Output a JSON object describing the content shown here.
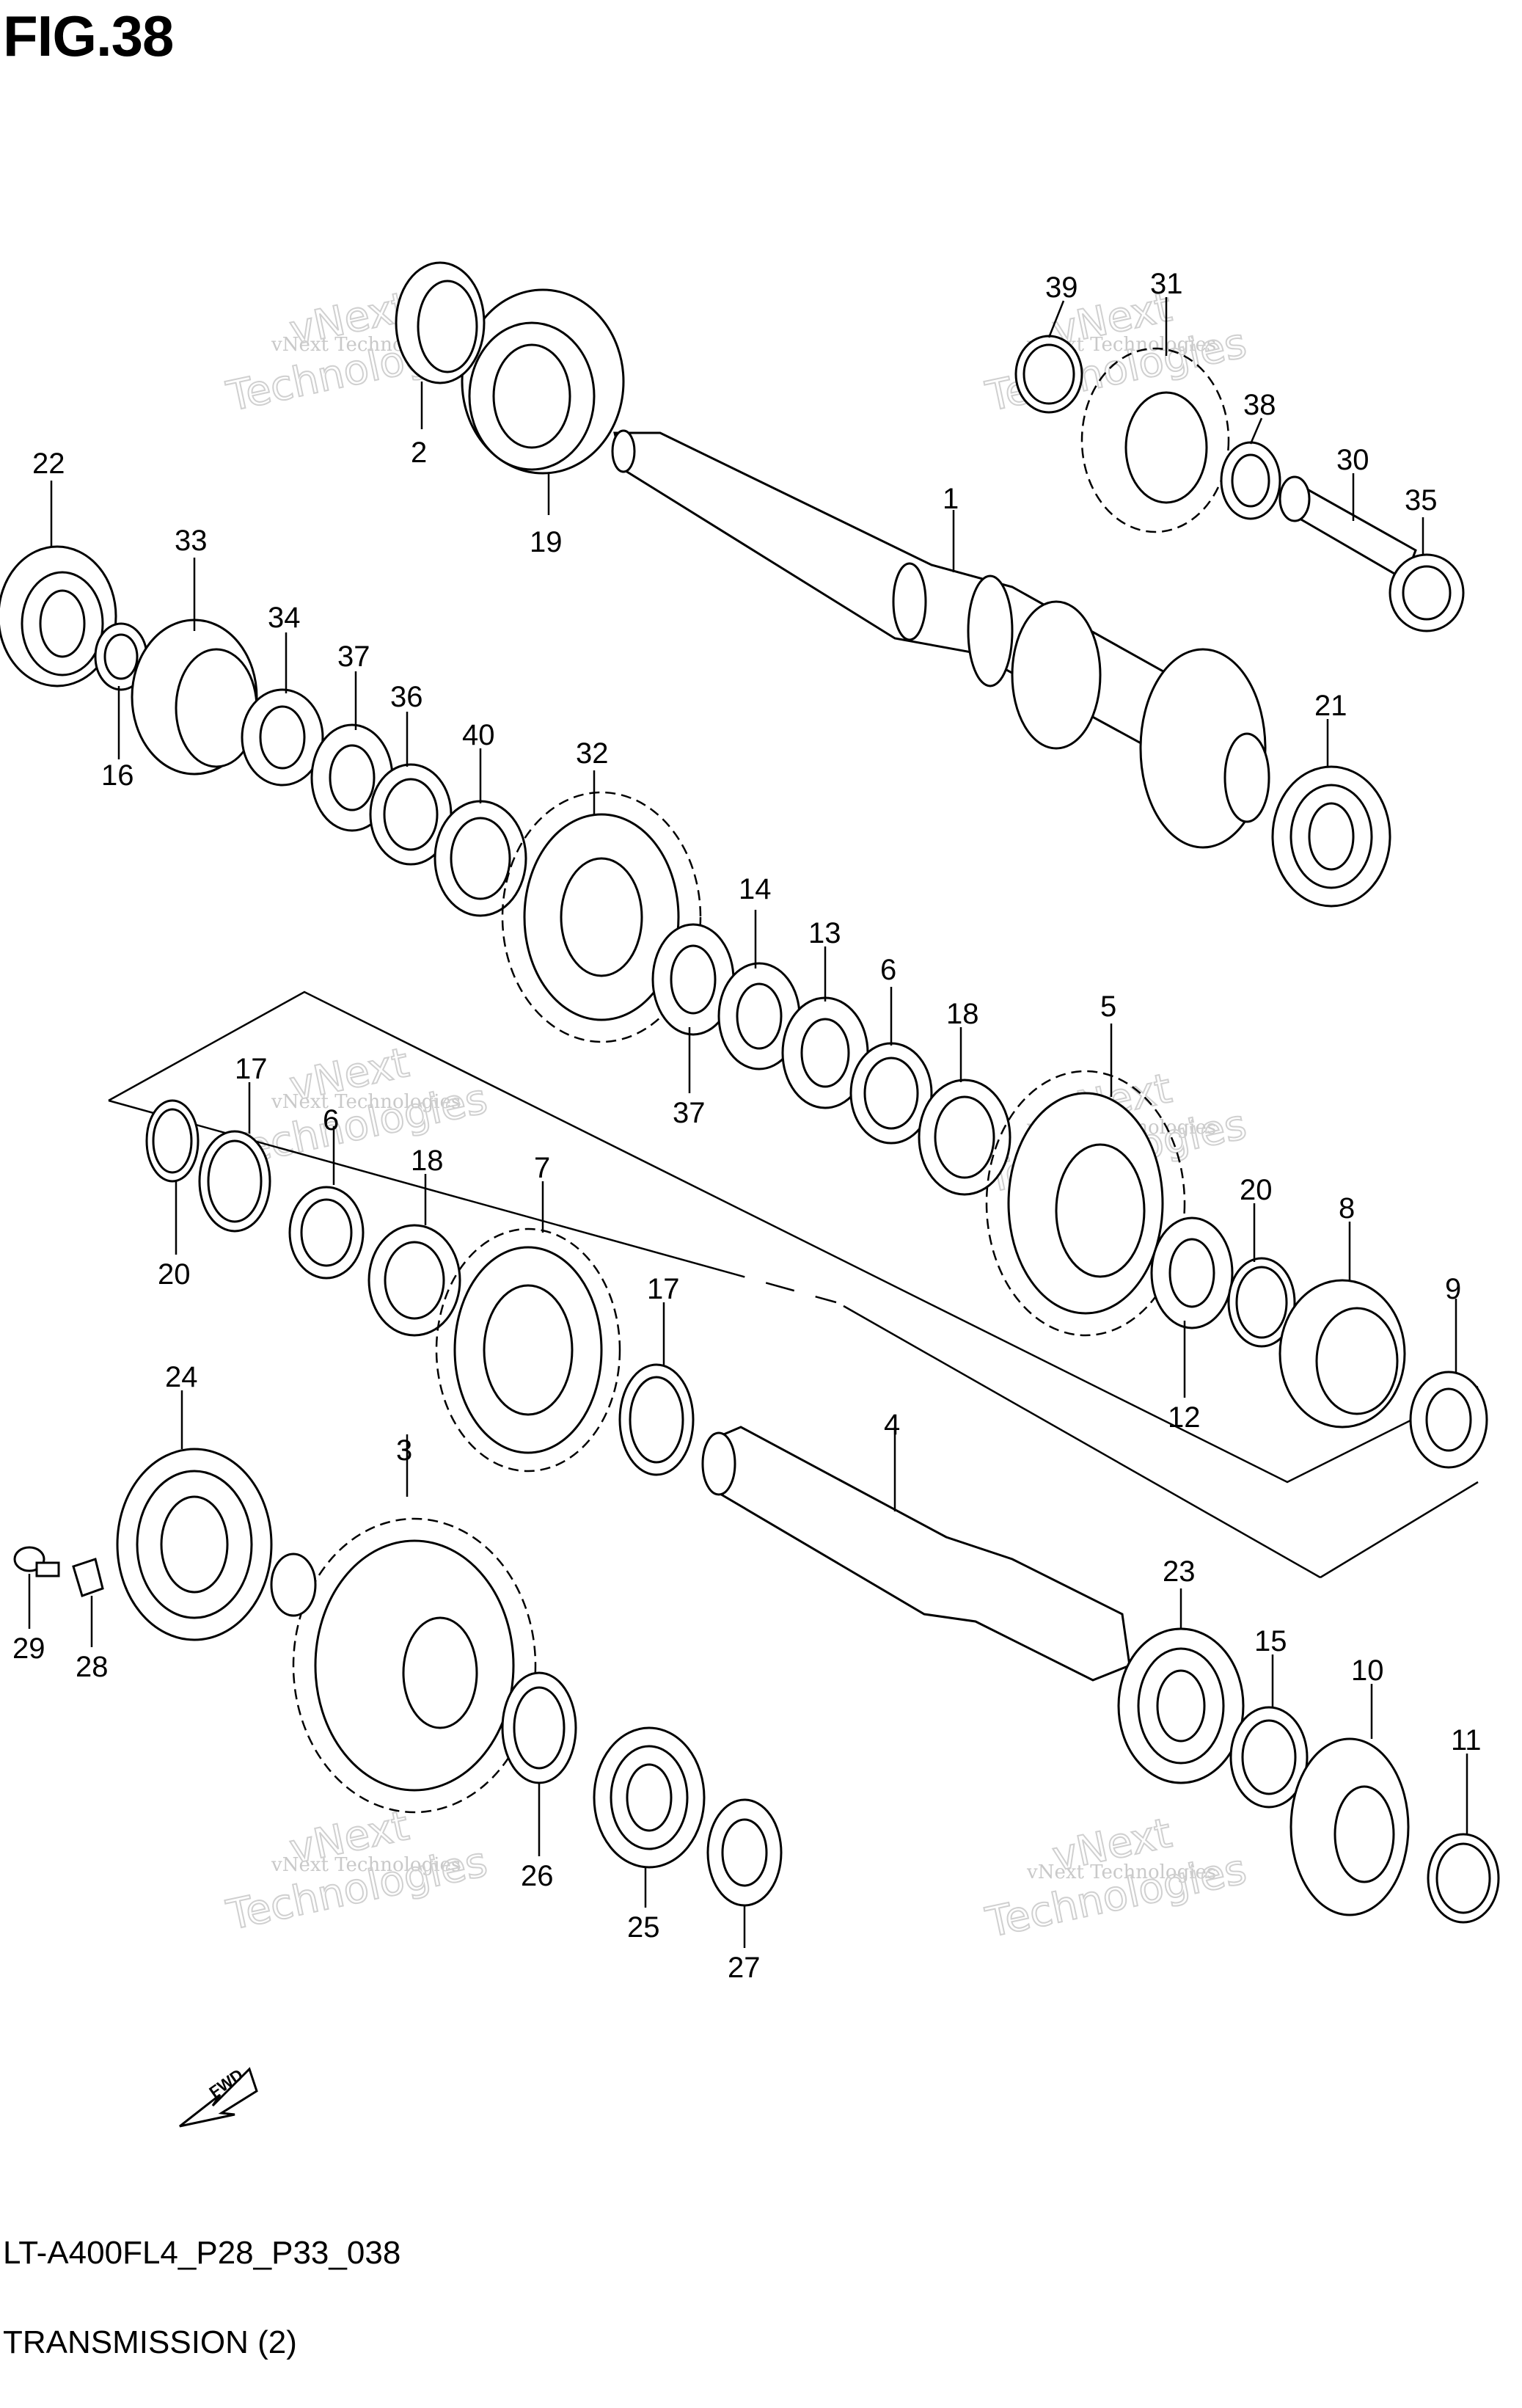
{
  "figure": {
    "title": "FIG.38",
    "drawing_code": "LT-A400FL4_P28_P33_038",
    "name": "TRANSMISSION (2)"
  },
  "watermark": {
    "line1": "vNext Technologies",
    "line2": "Technologies",
    "line3": "vNext"
  },
  "fwd_arrow": {
    "label": "FWD"
  },
  "callouts": [
    "1",
    "2",
    "3",
    "4",
    "5",
    "6",
    "6",
    "7",
    "8",
    "9",
    "10",
    "11",
    "12",
    "13",
    "14",
    "15",
    "16",
    "17",
    "17",
    "18",
    "18",
    "19",
    "20",
    "20",
    "21",
    "22",
    "23",
    "24",
    "25",
    "26",
    "27",
    "28",
    "29",
    "30",
    "31",
    "32",
    "33",
    "34",
    "35",
    "36",
    "37",
    "37",
    "38",
    "39",
    "40"
  ]
}
